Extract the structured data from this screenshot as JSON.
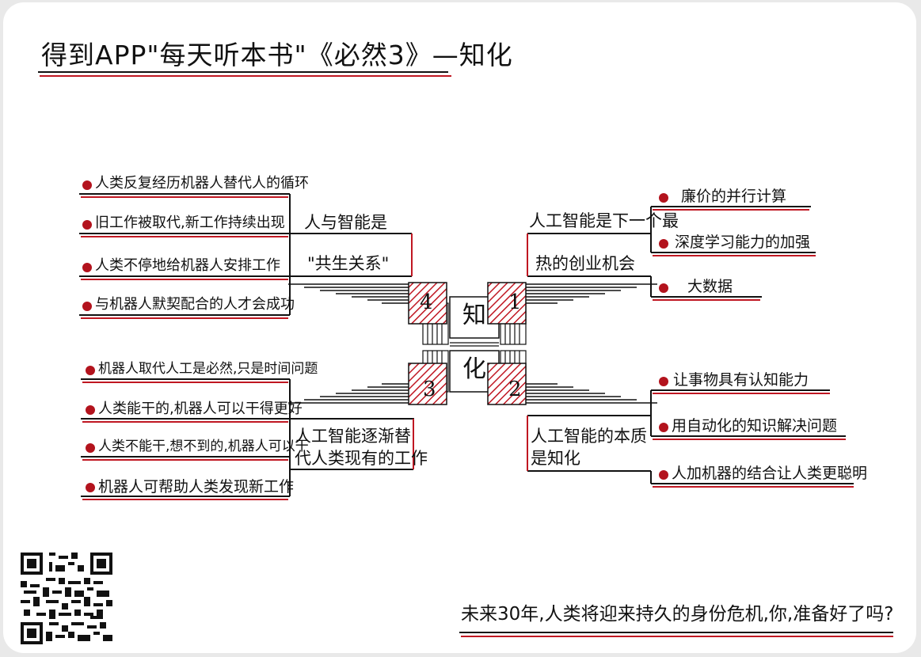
{
  "title": "得到APP\"每天听本书\"《必然3》—知化",
  "center": {
    "top_char": "知",
    "bottom_char": "化"
  },
  "branches": [
    {
      "number": "1",
      "label_line1": "人工智能是下一个最",
      "label_line2": "热的创业机会",
      "items": [
        "廉价的并行计算",
        "深度学习能力的加强",
        "大数据"
      ]
    },
    {
      "number": "2",
      "label_line1": "人工智能的本质",
      "label_line2": "是知化",
      "items": [
        "让事物具有认知能力",
        "用自动化的知识解决问题",
        "人加机器的结合让人类更聪明"
      ]
    },
    {
      "number": "3",
      "label_line1": "人工智能逐渐替",
      "label_line2": "代人类现有的工作",
      "items": [
        "机器人取代人工是必然,只是时间问题",
        "人类能干的,机器人可以干得更好",
        "人类不能干,想不到的,机器人可以干",
        "机器人可帮助人类发现新工作"
      ]
    },
    {
      "number": "4",
      "label_line1": "人与智能是",
      "label_line2": "\"共生关系\"",
      "items": [
        "人类反复经历机器人替代人的循环",
        "旧工作被取代,新工作持续出现",
        "人类不停地给机器人安排工作",
        "与机器人默契配合的人才会成功"
      ]
    }
  ],
  "footer": "未来30年,人类将迎来持久的身份危机,你,准备好了吗?",
  "colors": {
    "accent": "#b3131d",
    "ink": "#111111",
    "background": "#ffffff"
  },
  "qr_icon": "qr-code-icon"
}
